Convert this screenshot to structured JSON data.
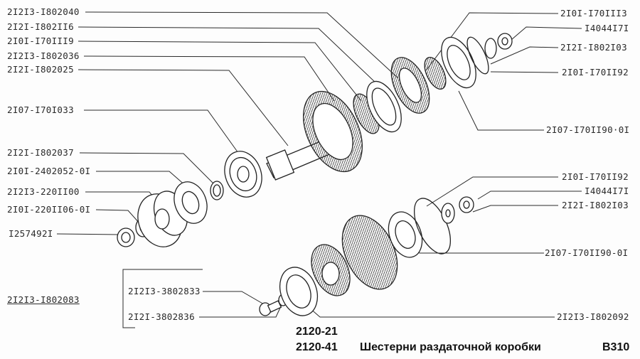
{
  "diagram": {
    "type": "exploded-parts-view",
    "subject": "transfer case gears",
    "upper_shaft_labels_left": [
      {
        "id": "L1",
        "text": "2I2I3-I802040"
      },
      {
        "id": "L2",
        "text": "2I2I-I802II6"
      },
      {
        "id": "L3",
        "text": "2I0I-I70III9"
      },
      {
        "id": "L4",
        "text": "2I2I3-I802036"
      },
      {
        "id": "L5",
        "text": "2I2I-I802025"
      },
      {
        "id": "L6",
        "text": "2I07-I70I033"
      },
      {
        "id": "L7",
        "text": "2I2I-I802037"
      },
      {
        "id": "L8",
        "text": "2I0I-2402052-0I"
      },
      {
        "id": "L9",
        "text": "2I2I3-220II00"
      },
      {
        "id": "L10",
        "text": "2I0I-220II06-0I"
      },
      {
        "id": "L11",
        "text": "I257492I"
      }
    ],
    "upper_shaft_labels_right": [
      {
        "id": "R1",
        "text": "2I0I-I70III3"
      },
      {
        "id": "R2",
        "text": "I4044I7I"
      },
      {
        "id": "R3",
        "text": "2I2I-I802I03"
      },
      {
        "id": "R4",
        "text": "2I0I-I70II92"
      },
      {
        "id": "R5",
        "text": "2I07-I70II90·0I"
      }
    ],
    "lower_shaft_labels_right": [
      {
        "id": "R6",
        "text": "2I0I-I70II92"
      },
      {
        "id": "R7",
        "text": "I4044I7I"
      },
      {
        "id": "R8",
        "text": "2I2I-I802I03"
      },
      {
        "id": "R9",
        "text": "2I07-I70II90-0I"
      },
      {
        "id": "R10",
        "text": "2I2I3-I802092"
      }
    ],
    "assembly_group": {
      "label": "2I2I3-I802083",
      "items": [
        {
          "id": "G1",
          "text": "2I2I3-3802833"
        },
        {
          "id": "G2",
          "text": "2I2I-3802836"
        }
      ]
    }
  },
  "footer": {
    "model_1": "2120-21",
    "model_2": "2120-41",
    "title": "Шестерни раздаточной коробки",
    "code": "B310"
  }
}
